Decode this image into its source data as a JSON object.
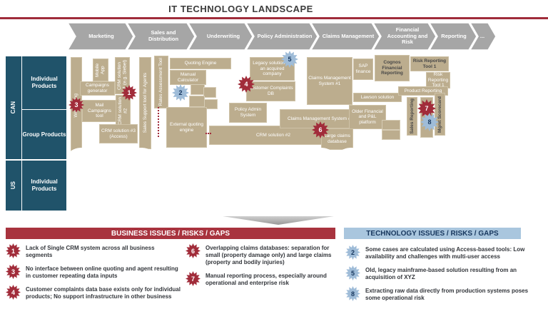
{
  "title": "IT TECHNOLOGY LANDSCAPE",
  "arrows": [
    {
      "label": "Marketing"
    },
    {
      "label": "Sales and Distribution"
    },
    {
      "label": "Underwriting"
    },
    {
      "label": "Policy Administration"
    },
    {
      "label": "Claims Management"
    },
    {
      "label": "Financial Accounting and Risk"
    },
    {
      "label": "Reporting"
    },
    {
      "label": "..."
    }
  ],
  "side_panel": {
    "can": "CAN",
    "us": "US",
    "can_individual": "Individual Products",
    "can_group": "Group Products",
    "us_individual": "Individual Products"
  },
  "systems": {
    "web_selling": {
      "label": "Web selling"
    },
    "mobile_app": {
      "label": "Mobile App"
    },
    "crm1": {
      "label": "CRM solution #1 (e.g. Siebel)"
    },
    "campaigns_generator": {
      "label": "Campaigns generator"
    },
    "mail_campaigns": {
      "label": "Mail Campaigns tool"
    },
    "crm2_vertical": {
      "label": "CRM solution #2"
    },
    "crm3_access": {
      "label": "CRM solution #3 (Access)"
    },
    "sales_support": {
      "label": "Sales Support tool for Agents"
    },
    "rates_assessment": {
      "label": "Rates Assessment Tool"
    },
    "quoting_engine": {
      "label": "Quoting Engine"
    },
    "manual_calculator": {
      "label": "Manual Calculator"
    },
    "external_quoting": {
      "label": "External quoting engine"
    },
    "legacy_solution": {
      "label": "Legacy solution for an acquired company"
    },
    "customer_complaints": {
      "label": "Customer Complaints DB"
    },
    "policy_admin": {
      "label": "Policy Admin System"
    },
    "crm2_wide": {
      "label": "CRM solution #2"
    },
    "claims_mgmt_1": {
      "label": "Claims Management System #1"
    },
    "claims_mgmt_2": {
      "label": "Claims Management System #2"
    },
    "large_claims_db": {
      "label": "Large claims database"
    },
    "sap_finance": {
      "label": "SAP finance"
    },
    "cognos": {
      "label": "Cognos Financial Reporting"
    },
    "lawson": {
      "label": "Lawson solution"
    },
    "older_financial": {
      "label": "Older Financial and P&L platform"
    },
    "risk_reporting_1": {
      "label": "Risk Reporting Tool 1"
    },
    "risk_reporting_2": {
      "label": "Risk Reporting Tool 1"
    },
    "product_reporting": {
      "label": "Product Reporting"
    },
    "sales_reporting": {
      "label": "Sales Reporting"
    },
    "mgmt_scorecard": {
      "label": "Mgmt Scorecard"
    }
  },
  "diagram_badges": {
    "b1": {
      "num": "1",
      "type": "red"
    },
    "b2": {
      "num": "2",
      "type": "blue"
    },
    "b3": {
      "num": "3",
      "type": "red"
    },
    "b4": {
      "num": "4",
      "type": "red"
    },
    "b5": {
      "num": "5",
      "type": "blue"
    },
    "b6": {
      "num": "6",
      "type": "red"
    },
    "b7": {
      "num": "7",
      "type": "red"
    },
    "b8": {
      "num": "8",
      "type": "blue"
    }
  },
  "business_issues": {
    "header": "BUSINESS ISSUES / RISKS / GAPS",
    "items": [
      {
        "num": "1",
        "text": "Lack of Single CRM system across all business segments"
      },
      {
        "num": "3",
        "text": "No interface between online quoting and agent resulting in customer repeating data inputs"
      },
      {
        "num": "4",
        "text": "Customer complaints data base exists only for individual products; No support infrastructure in other business"
      },
      {
        "num": "6",
        "text": "Overlapping claims databases: separation for small (property damage only) and large claims (property and bodily injuries)"
      },
      {
        "num": "7",
        "text": "Manual reporting process, especially around operational and enterprise risk"
      }
    ]
  },
  "technology_issues": {
    "header": "TECHNOLOGY ISSUES / RISKS / GAPS",
    "items": [
      {
        "num": "2",
        "text": "Some cases are calculated using Access-based tools: Low availability and challenges with multi-user access"
      },
      {
        "num": "5",
        "text": "Old, legacy mainframe-based solution resulting from an acquisition of XYZ"
      },
      {
        "num": "8",
        "text": "Extracting raw data directly from production systems poses some operational risk"
      }
    ]
  },
  "colors": {
    "accent_red": "#A12C3A",
    "accent_blue": "#9FBCD8",
    "panel_blue": "#20536A",
    "box_tan": "#BCAD8E",
    "arrow_gray": "#A6A6A6"
  }
}
